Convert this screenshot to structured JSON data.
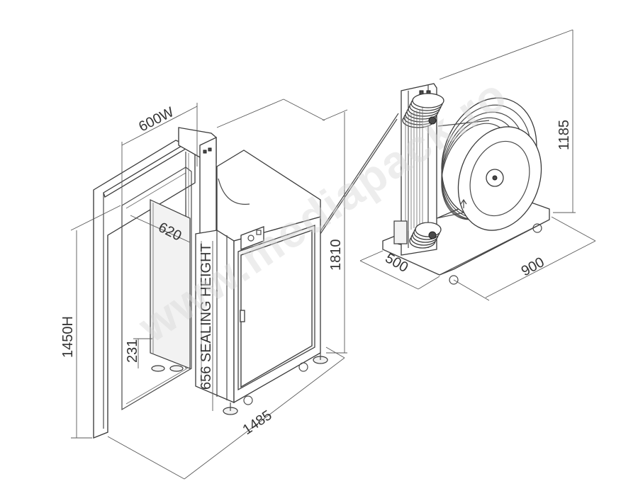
{
  "dimensions": {
    "width": "600W",
    "depth": "620",
    "sealing_height": "656 SEALING HEIGHT",
    "table_height": "231",
    "arch_height": "1450H",
    "total_length": "1485",
    "machine_height": "1810",
    "dispenser_height": "1185",
    "dispenser_depth": "500",
    "dispenser_width": "900"
  },
  "watermark": "www.mediapack.ro"
}
